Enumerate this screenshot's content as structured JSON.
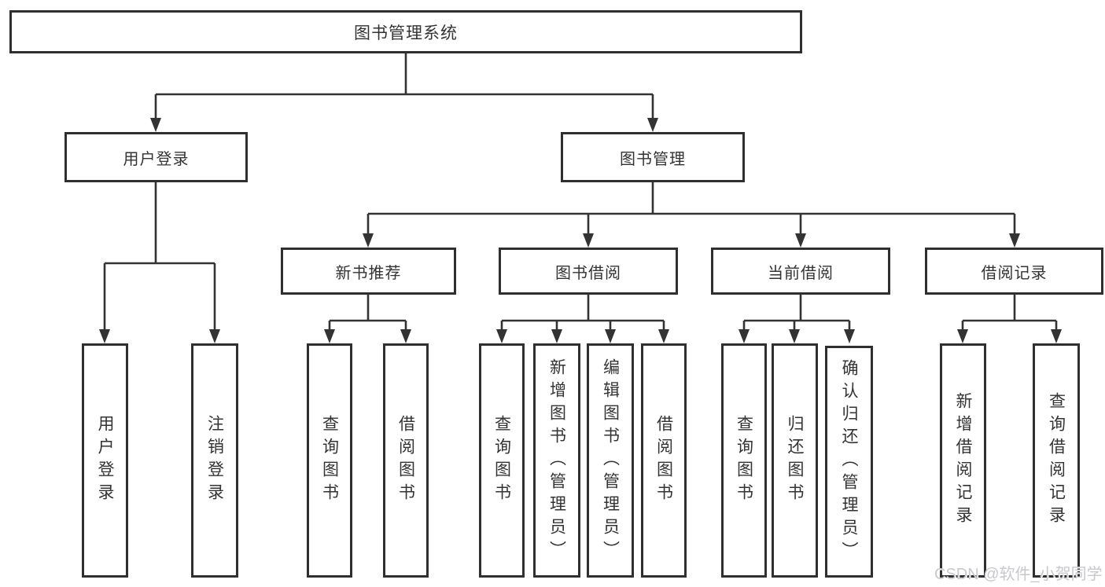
{
  "diagram": {
    "root": {
      "label": "图书管理系统"
    },
    "branches": [
      {
        "label": "用户登录",
        "children": [
          {
            "label": "用户登录"
          },
          {
            "label": "注销登录"
          }
        ]
      },
      {
        "label": "图书管理",
        "groups": [
          {
            "label": "新书推荐",
            "children": [
              {
                "label": "查询图书"
              },
              {
                "label": "借阅图书"
              }
            ]
          },
          {
            "label": "图书借阅",
            "children": [
              {
                "label": "查询图书"
              },
              {
                "label": "新增图书（管理员）"
              },
              {
                "label": "编辑图书（管理员）"
              },
              {
                "label": "借阅图书"
              }
            ]
          },
          {
            "label": "当前借阅",
            "children": [
              {
                "label": "查询图书"
              },
              {
                "label": "归还图书"
              },
              {
                "label": "确认归还（管理员）"
              }
            ]
          },
          {
            "label": "借阅记录",
            "children": [
              {
                "label": "新增借阅记录"
              },
              {
                "label": "查询借阅记录"
              }
            ]
          }
        ]
      }
    ]
  },
  "watermark": {
    "text": "CSDN @软件_小贺同学"
  },
  "colors": {
    "line": "#333333",
    "text": "#333333",
    "watermark": "#c8c8cd",
    "background": "#ffffff"
  }
}
